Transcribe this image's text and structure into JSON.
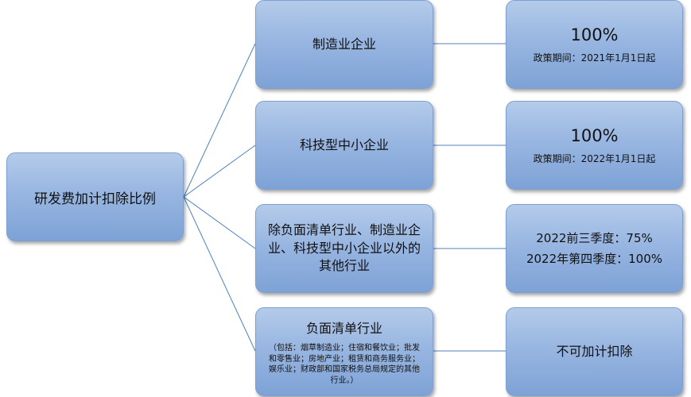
{
  "root": {
    "label": "研发费加计扣除比例"
  },
  "categories": [
    {
      "label": "制造业企业"
    },
    {
      "label": "科技型中小企业"
    },
    {
      "label": "除负面清单行业、制造业企业、科技型中小企业以外的其他行业"
    },
    {
      "label": "负面清单行业",
      "note": "（包括：烟草制造业；住宿和餐饮业；批发和零售业；房地产业；租赁和商务服务业；娱乐业；财政部和国家税务总局规定的其他行业。）"
    }
  ],
  "results": [
    {
      "rate": "100%",
      "detail": "政策期间：2021年1月1日起"
    },
    {
      "rate": "100%",
      "detail": "政策期间：2022年1月1日起"
    },
    {
      "line1": "2022前三季度：75%",
      "line2": "2022年第四季度：100%"
    },
    {
      "text": "不可加计扣除"
    }
  ],
  "colors": {
    "box_top": "#b4cbea",
    "box_bottom": "#7ea2d6",
    "connector": "#4f81bd"
  }
}
